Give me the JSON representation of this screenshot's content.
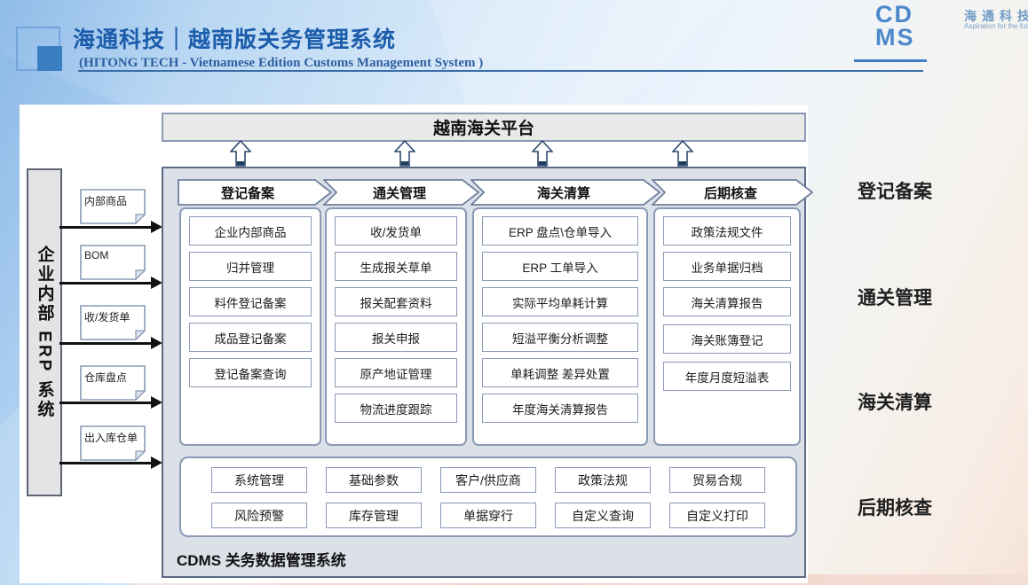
{
  "header": {
    "title": "海通科技｜越南版关务管理系统",
    "subtitle": "(HITONG TECH - Vietnamese Edition Customs Management System )",
    "logo_cdms": "CDMS",
    "logo_company": "海通科技",
    "logo_tagline": "Aspiration for the future"
  },
  "platform_bar": {
    "label": "越南海关平台"
  },
  "erp_sidebar": {
    "label": "企业内部 ERP 系统"
  },
  "erp_documents": [
    {
      "label": "内部商品"
    },
    {
      "label": "BOM"
    },
    {
      "label": "收/发货单"
    },
    {
      "label": "仓库盘点"
    },
    {
      "label": "出入库仓单"
    }
  ],
  "process_columns": [
    {
      "header": "登记备案",
      "items": [
        "企业内部商品",
        "归并管理",
        "料件登记备案",
        "成品登记备案",
        "登记备案查询"
      ]
    },
    {
      "header": "通关管理",
      "items": [
        "收/发货单",
        "生成报关草单",
        "报关配套资料",
        "报关申报",
        "原产地证管理",
        "物流进度跟踪"
      ]
    },
    {
      "header": "海关清算",
      "items": [
        "ERP 盘点\\仓单导入",
        "ERP 工单导入",
        "实际平均单耗计算",
        "短溢平衡分析调整",
        "单耗调整 差异处置",
        "年度海关清算报告"
      ]
    },
    {
      "header": "后期核查",
      "items": [
        "政策法规文件",
        "业务单据归档",
        "海关清算报告",
        "海关账簿登记",
        "年度月度短溢表"
      ]
    }
  ],
  "foundation": {
    "rows": [
      [
        "系统管理",
        "基础参数",
        "客户/供应商",
        "政策法规",
        "贸易合规"
      ],
      [
        "风险预警",
        "库存管理",
        "单据穿行",
        "自定义查询",
        "自定义打印"
      ]
    ],
    "caption": "CDMS 关务数据管理系统"
  },
  "stage_labels": [
    "登记备案",
    "通关管理",
    "海关清算",
    "后期核查"
  ],
  "colors": {
    "title_blue": "#1b5cab",
    "logo_blue": "#4c88ca",
    "panel_fill": "#dce1e9",
    "panel_border": "#5a6a84",
    "box_border": "#8a9ab4",
    "bar_fill": "#e9e9e9",
    "arrow_black": "#111111",
    "accent_square": "#3a7fc1"
  }
}
